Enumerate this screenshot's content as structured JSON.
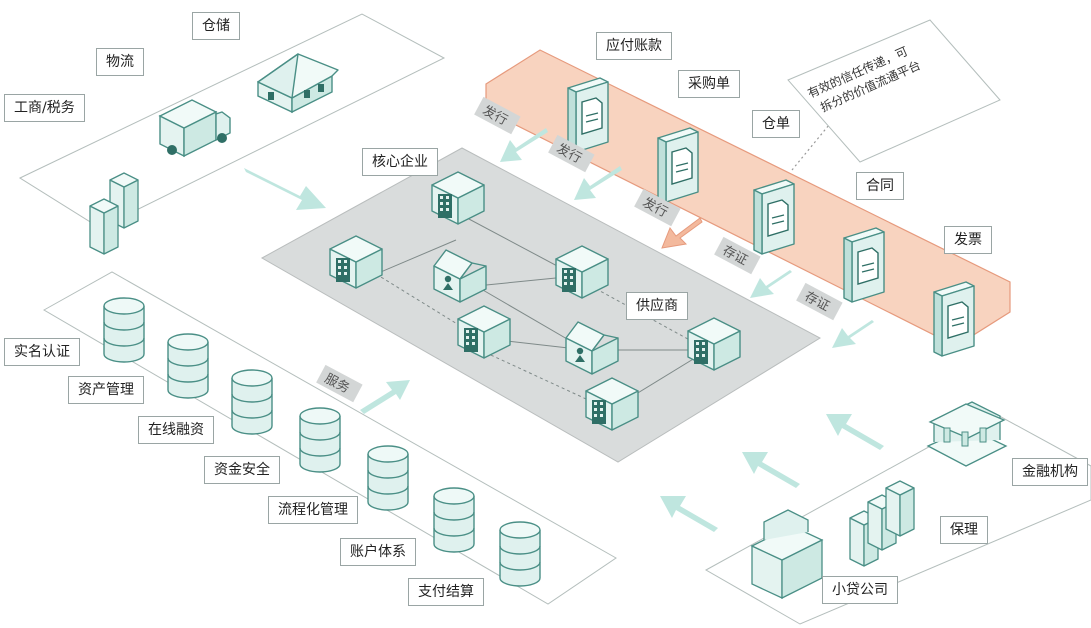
{
  "colors": {
    "mint": "#dff1ee",
    "teal": "#4a8f86",
    "arrow": "#bfe6df",
    "salmon": "#f8d3bf",
    "salmon_stroke": "#e69a7d",
    "platform": "#d9dcdc",
    "tag_bg": "#d3d6d6"
  },
  "top_left": {
    "labels": {
      "warehouse": "仓储",
      "logistics": "物流",
      "tax": "工商/税务"
    }
  },
  "core": {
    "title": "核心企业",
    "suppliers": "供应商"
  },
  "docs": {
    "payable": "应付账款",
    "purchase": "采购单",
    "receipt": "仓单",
    "contract": "合同",
    "invoice": "发票"
  },
  "note_lines": [
    "有效的信任传递，可",
    "拆分的价值流通平台"
  ],
  "flow_tags": {
    "issue": [
      "发行",
      "发行",
      "发行"
    ],
    "store": [
      "存证",
      "存证"
    ],
    "service": "服务"
  },
  "services": [
    "实名认证",
    "资产管理",
    "在线融资",
    "资金安全",
    "流程化管理",
    "账户体系",
    "支付结算"
  ],
  "finance": {
    "institution": "金融机构",
    "factoring": "保理",
    "microloan": "小贷公司"
  }
}
